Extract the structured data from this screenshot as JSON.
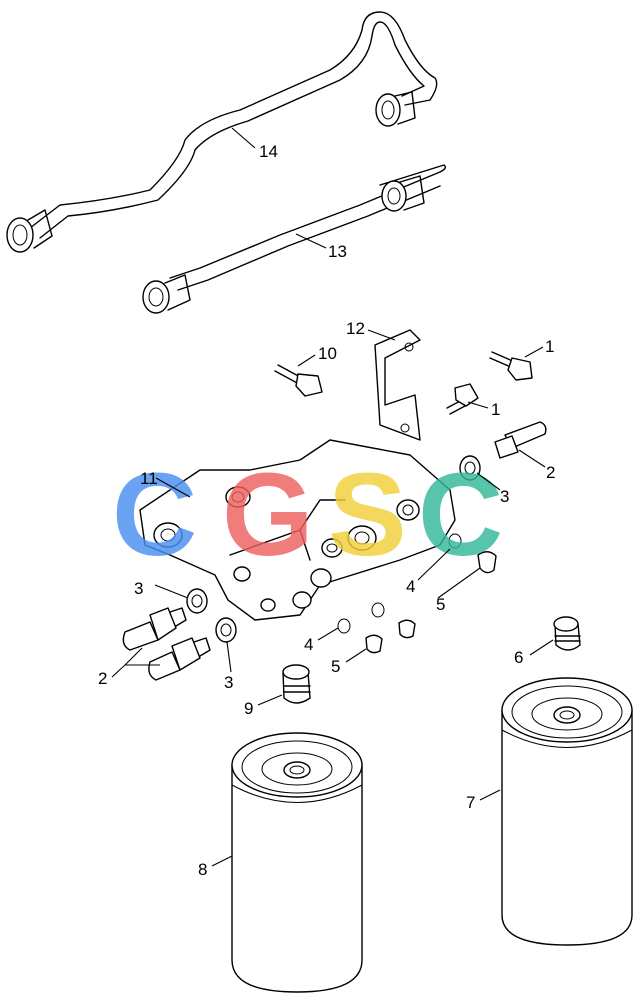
{
  "callouts": {
    "c1a": "1",
    "c1b": "1",
    "c2a": "2",
    "c2b": "2",
    "c3a": "3",
    "c3b": "3",
    "c3c": "3",
    "c4a": "4",
    "c4b": "4",
    "c5a": "5",
    "c5b": "5",
    "c6": "6",
    "c7": "7",
    "c8": "8",
    "c9": "9",
    "c10": "10",
    "c11": "11",
    "c12": "12",
    "c13": "13",
    "c14": "14"
  },
  "watermark": {
    "letters": [
      "C",
      "G",
      "S",
      "C"
    ],
    "colors": [
      "#4a8ff0",
      "#ef6060",
      "#f2cf3a",
      "#34b89a"
    ]
  }
}
